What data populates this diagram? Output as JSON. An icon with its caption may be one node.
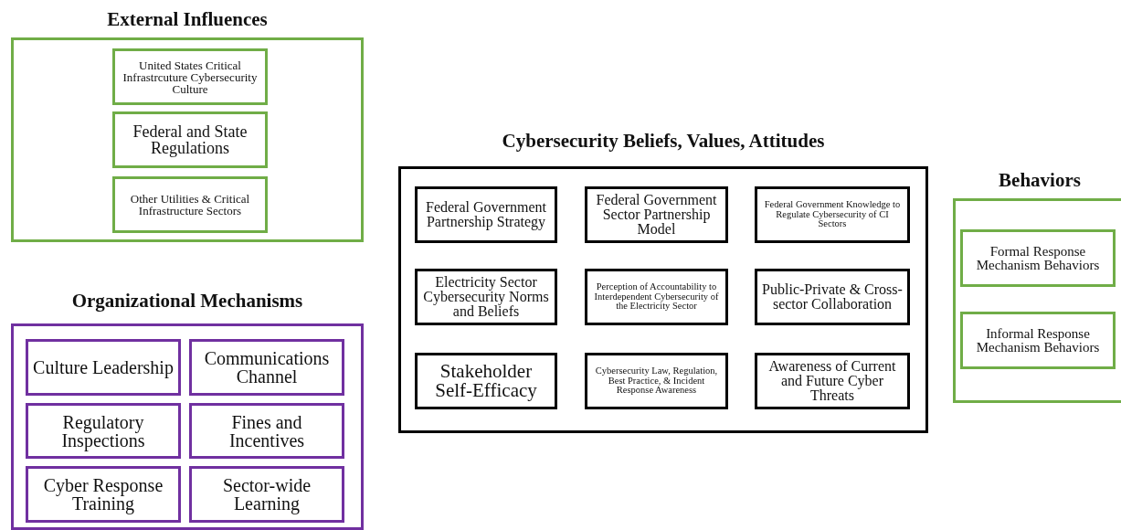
{
  "diagram": {
    "nodes": [
      {
        "text": [
          "External Influences"
        ]
      },
      {
        "text": [
          "United States Critical Infrastrcuture Cybersecurity Culture"
        ],
        "in": 0
      },
      {
        "text": [
          "Federal and State Regulations"
        ],
        "in": 0
      },
      {
        "text": [
          "Other Utilities  & Critical Infrastructure Sectors"
        ],
        "in": 0
      },
      {
        "text": [
          "Organizational Mechanisms"
        ]
      },
      {
        "text": [
          "Culture Leadership"
        ],
        "in": 4
      },
      {
        "text": [
          "Communications Channel"
        ],
        "in": 4
      },
      {
        "text": [
          "Regulatory Inspections"
        ],
        "in": 4
      },
      {
        "text": [
          "Fines and Incentives"
        ],
        "in": 4
      },
      {
        "text": [
          "Cyber Response Training"
        ],
        "in": 4
      },
      {
        "text": [
          "Sector-wide Learning"
        ],
        "in": 4
      },
      {
        "text": [
          "Cybersecurity Beliefs, Values, Attitudes"
        ]
      },
      {
        "text": [
          "Federal Government Partnership Strategy"
        ],
        "in": 11
      },
      {
        "text": [
          "Federal Government Sector Partnership Model"
        ],
        "in": 11
      },
      {
        "text": [
          "Federal Government Knowledge to Regulate Cybersecurity of CI Sectors"
        ],
        "in": 11
      },
      {
        "text": [
          "Electricity Sector Cybersecurity Norms and Beliefs"
        ],
        "in": 11
      },
      {
        "text": [
          "Perception of Accountability to Interdependent Cybersecurity of the Electricity  Sector"
        ],
        "in": 11
      },
      {
        "text": [
          "Public-Private & Cross-sector Collaboration"
        ],
        "in": 11
      },
      {
        "text": [
          "Stakeholder Self-Efficacy"
        ],
        "in": 11
      },
      {
        "text": [
          "Cybersecurity Law, Regulation, Best Practice, & Incident Response Awareness"
        ],
        "in": 11
      },
      {
        "text": [
          "Awareness of Current and Future Cyber Threats"
        ],
        "in": 11
      },
      {
        "text": [
          "Behaviors"
        ]
      },
      {
        "text": [
          "Formal Response Mechanism Behaviors"
        ],
        "in": 21
      },
      {
        "text": [
          "Informal Response Mechanism Behaviors"
        ],
        "in": 21
      }
    ]
  }
}
